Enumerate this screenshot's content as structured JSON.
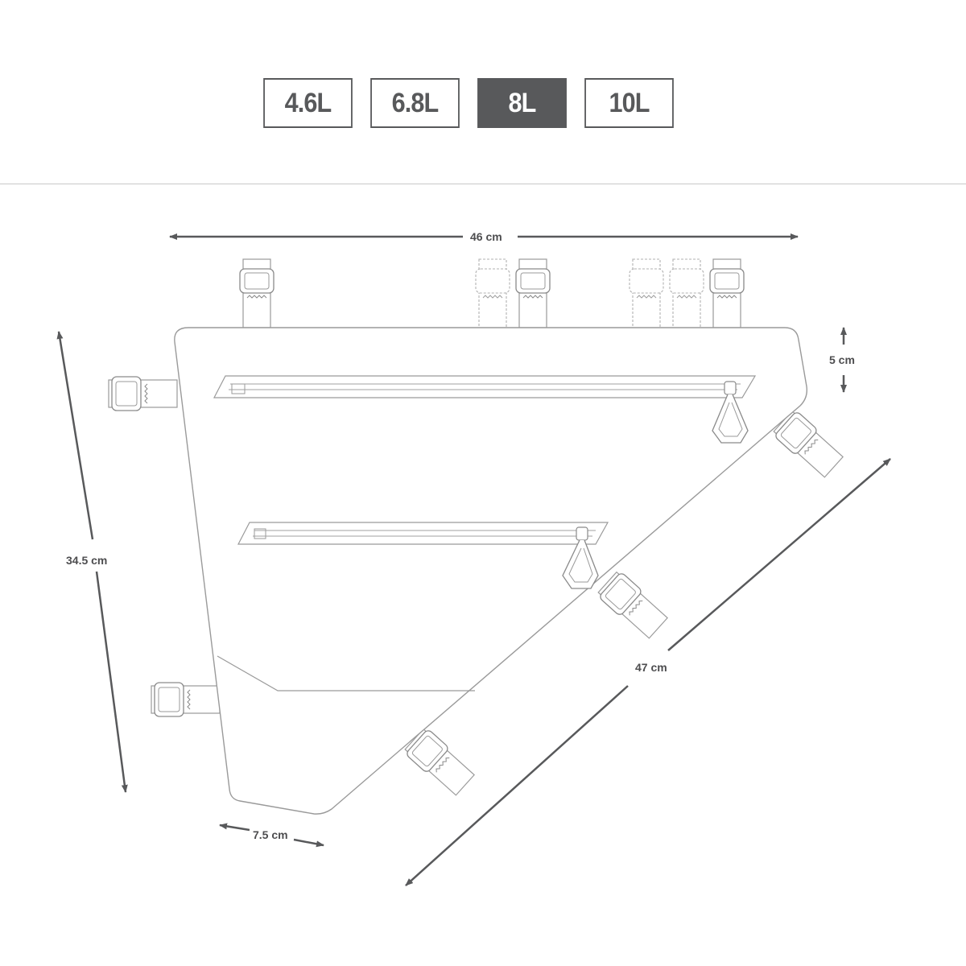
{
  "size_tabs": [
    {
      "label": "4.6L",
      "active": false
    },
    {
      "label": "6.8L",
      "active": false
    },
    {
      "label": "8L",
      "active": true
    },
    {
      "label": "10L",
      "active": false
    }
  ],
  "dimensions": {
    "top_length": "46 cm",
    "strap_height": "5 cm",
    "height": "34.5 cm",
    "diagonal": "47 cm",
    "width": "7.5 cm"
  },
  "colors": {
    "ink": "#58595b",
    "line": "#9a9a9a",
    "background": "#ffffff"
  }
}
